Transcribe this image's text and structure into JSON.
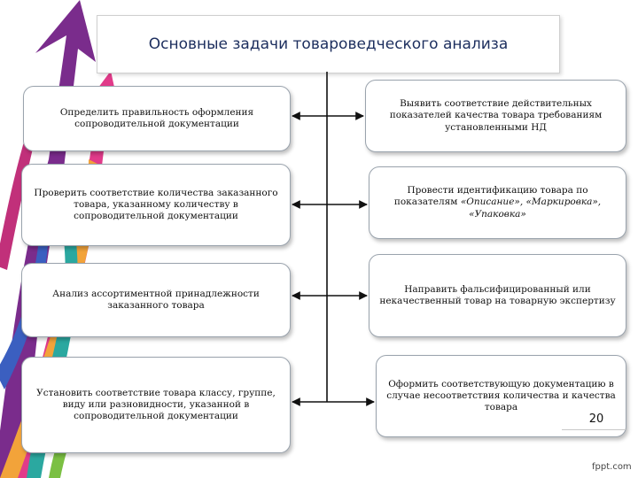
{
  "title": "Основные задачи товароведческого анализа",
  "left_tasks": [
    "Определить правильность  оформления сопроводительной документации",
    "Проверить соответствие количества заказанного товара, указанному количеству в сопроводительной документации",
    "Анализ ассортиментной принадлежности заказанного товара",
    "Установить соответствие товара классу, группе, виду или разновидности, указанной в сопроводительной документации"
  ],
  "right_tasks": [
    "Выявить соответствие действительных показателей качества товара требованиям установленными НД",
    {
      "prefix": "Провести идентификацию товара по показателям ",
      "italic": "«Описание», «Маркировка», «Упаковка»"
    },
    "Направить фальсифицированный или некачественный товар на товарную экспертизу",
    "Оформить соответствующую документацию в случае несоответствия количества и качества товара"
  ],
  "page_number": "20",
  "watermark": "fppt.com",
  "colors": {
    "connector": "#111111",
    "title_text": "#1c2e5e",
    "box_border": "#9aa3ad",
    "decor_arrows": [
      "#7a2c8c",
      "#e13b8a",
      "#f2a33a",
      "#2ba8a0",
      "#3b5fc0",
      "#7bc043"
    ]
  }
}
